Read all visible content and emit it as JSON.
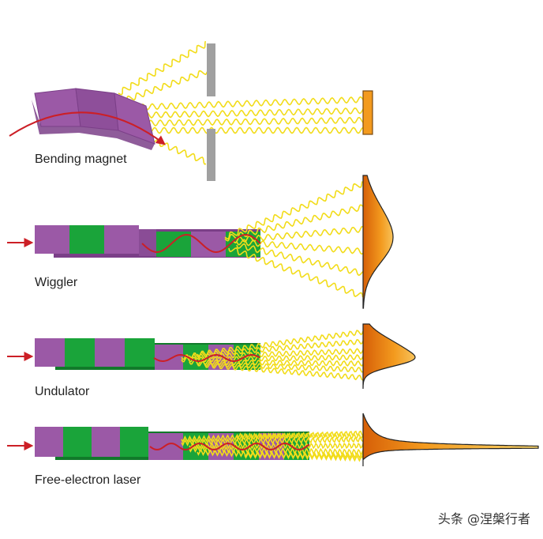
{
  "labels": {
    "bending_magnet": "Bending magnet",
    "wiggler": "Wiggler",
    "undulator": "Undulator",
    "fel": "Free-electron laser"
  },
  "watermark": "头条 @涅槃行者",
  "colors": {
    "purple": "#9b59a6",
    "purple_dark": "#7b3f88",
    "green": "#1aa43a",
    "green_dark": "#117a2a",
    "beam": "#cc1f26",
    "wave": "#f2dc1a",
    "slit": "#a0a0a0",
    "orange": "#f39a1e",
    "orange_deep": "#d96a0c"
  }
}
